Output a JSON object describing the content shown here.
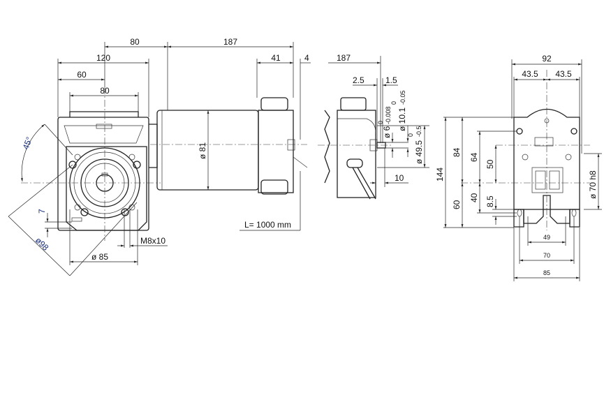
{
  "front_view": {
    "dim_top_80": "80",
    "dim_120": "120",
    "dim_60": "60",
    "dim_80_inner": "80",
    "angle": "45°",
    "dim_7": "7",
    "dia_98": "ø98",
    "dia_85": "ø 85",
    "thread": "M8x10"
  },
  "side_view": {
    "dim_187": "187",
    "dim_41": "41",
    "dim_4": "4",
    "dia_81": "ø 81",
    "cable_length": "L= 1000 mm"
  },
  "end_view": {
    "dim_187": "187",
    "dim_2_5": "2.5",
    "dim_1_5": "1.5",
    "dia_6": "ø 6",
    "dia_6_tol": "-0.008",
    "dia_10_1": "ø 10.1",
    "dia_10_1_tol": "-0.05",
    "dia_49_5": "ø 49.5",
    "dia_49_5_tol": "-0.5",
    "tol_zero": "0",
    "dim_10": "10"
  },
  "right_view": {
    "dim_92": "92",
    "dim_43_5_left": "43.5",
    "dim_43_5_right": "43.5",
    "dim_144": "144",
    "dim_84": "84",
    "dim_64": "64",
    "dim_50": "50",
    "dim_60": "60",
    "dim_40": "40",
    "dim_8_5": "8.5",
    "dia_70h8": "ø 70 h8",
    "dim_49": "49",
    "dim_70": "70",
    "dim_85": "85"
  }
}
